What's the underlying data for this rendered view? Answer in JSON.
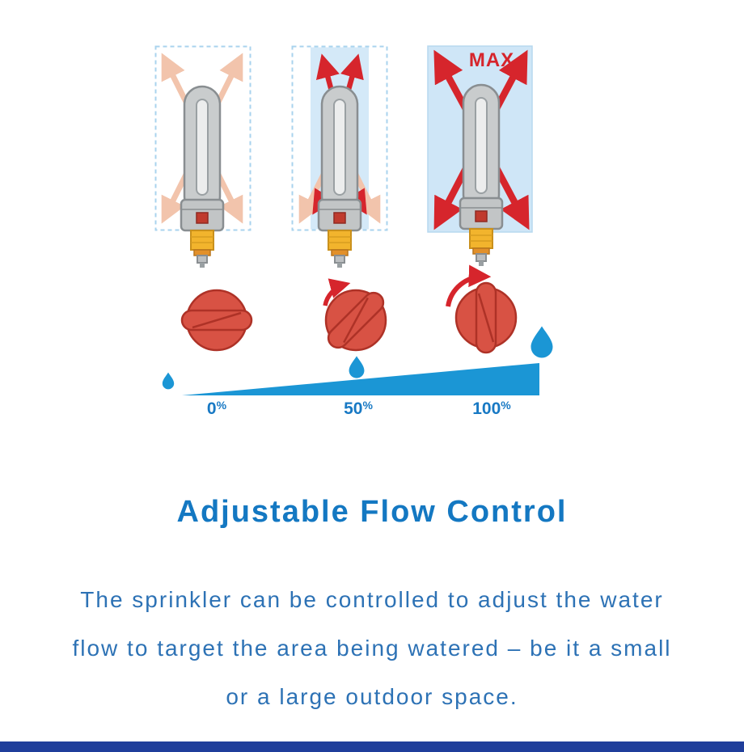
{
  "illustration": {
    "max_label": "MAX",
    "scale": [
      {
        "value": "0",
        "unit": "%"
      },
      {
        "value": "50",
        "unit": "%"
      },
      {
        "value": "100",
        "unit": "%"
      }
    ],
    "panel_levels": [
      "low",
      "medium",
      "max"
    ],
    "colors": {
      "arrow_red": "#d6252c",
      "arrow_faded": "#f2c4ac",
      "coverage_fill": "#d4e9f8",
      "coverage_border": "#a9d3ee",
      "ramp_blue": "#1b96d5",
      "dial_red": "#d85244",
      "label_blue": "#1879c4"
    }
  },
  "content": {
    "title": "Adjustable Flow Control",
    "body_lines": [
      "The sprinkler can be controlled to adjust the water",
      "flow to target the area being watered – be it a small",
      "or a large outdoor space."
    ]
  },
  "footer": {
    "color": "#1f3e9b"
  }
}
